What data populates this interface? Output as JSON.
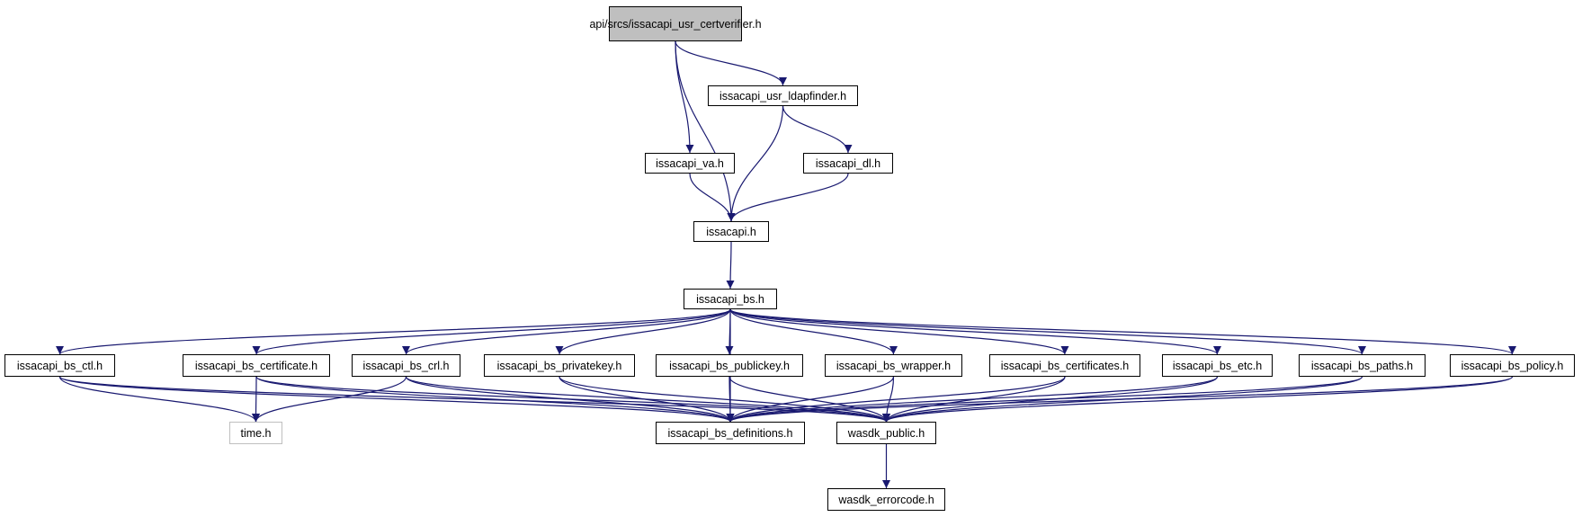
{
  "graph": {
    "colors": {
      "edge": "#191970",
      "root_fill": "#bfbfbf",
      "node_border": "#000000",
      "external_border": "#bfbfbf"
    },
    "nodes": {
      "root": {
        "label": "api/srcs/issacapi_usr_certverifier.h"
      },
      "ldapfinder": {
        "label": "issacapi_usr_ldapfinder.h"
      },
      "va": {
        "label": "issacapi_va.h"
      },
      "dl": {
        "label": "issacapi_dl.h"
      },
      "issacapi": {
        "label": "issacapi.h"
      },
      "bs": {
        "label": "issacapi_bs.h"
      },
      "bs_ctl": {
        "label": "issacapi_bs_ctl.h"
      },
      "bs_certificate": {
        "label": "issacapi_bs_certificate.h"
      },
      "bs_crl": {
        "label": "issacapi_bs_crl.h"
      },
      "bs_privatekey": {
        "label": "issacapi_bs_privatekey.h"
      },
      "bs_publickey": {
        "label": "issacapi_bs_publickey.h"
      },
      "bs_wrapper": {
        "label": "issacapi_bs_wrapper.h"
      },
      "bs_certificates": {
        "label": "issacapi_bs_certificates.h"
      },
      "bs_etc": {
        "label": "issacapi_bs_etc.h"
      },
      "bs_paths": {
        "label": "issacapi_bs_paths.h"
      },
      "bs_policy": {
        "label": "issacapi_bs_policy.h"
      },
      "time": {
        "label": "time.h"
      },
      "bs_definitions": {
        "label": "issacapi_bs_definitions.h"
      },
      "wasdk_public": {
        "label": "wasdk_public.h"
      },
      "wasdk_errorcode": {
        "label": "wasdk_errorcode.h"
      }
    },
    "edges": [
      [
        "root",
        "ldapfinder"
      ],
      [
        "root",
        "va"
      ],
      [
        "root",
        "issacapi"
      ],
      [
        "ldapfinder",
        "dl"
      ],
      [
        "ldapfinder",
        "issacapi"
      ],
      [
        "va",
        "issacapi"
      ],
      [
        "dl",
        "issacapi"
      ],
      [
        "issacapi",
        "bs"
      ],
      [
        "bs",
        "bs_ctl"
      ],
      [
        "bs",
        "bs_certificate"
      ],
      [
        "bs",
        "bs_crl"
      ],
      [
        "bs",
        "bs_privatekey"
      ],
      [
        "bs",
        "bs_publickey"
      ],
      [
        "bs",
        "bs_wrapper"
      ],
      [
        "bs",
        "bs_certificates"
      ],
      [
        "bs",
        "bs_etc"
      ],
      [
        "bs",
        "bs_paths"
      ],
      [
        "bs",
        "bs_policy"
      ],
      [
        "bs",
        "bs_definitions"
      ],
      [
        "bs_ctl",
        "time"
      ],
      [
        "bs_ctl",
        "bs_definitions"
      ],
      [
        "bs_ctl",
        "wasdk_public"
      ],
      [
        "bs_certificate",
        "time"
      ],
      [
        "bs_certificate",
        "bs_definitions"
      ],
      [
        "bs_certificate",
        "wasdk_public"
      ],
      [
        "bs_crl",
        "time"
      ],
      [
        "bs_crl",
        "bs_definitions"
      ],
      [
        "bs_crl",
        "wasdk_public"
      ],
      [
        "bs_privatekey",
        "bs_definitions"
      ],
      [
        "bs_privatekey",
        "wasdk_public"
      ],
      [
        "bs_publickey",
        "bs_definitions"
      ],
      [
        "bs_publickey",
        "wasdk_public"
      ],
      [
        "bs_wrapper",
        "bs_definitions"
      ],
      [
        "bs_wrapper",
        "wasdk_public"
      ],
      [
        "bs_certificates",
        "bs_definitions"
      ],
      [
        "bs_certificates",
        "wasdk_public"
      ],
      [
        "bs_etc",
        "bs_definitions"
      ],
      [
        "bs_etc",
        "wasdk_public"
      ],
      [
        "bs_paths",
        "bs_definitions"
      ],
      [
        "bs_paths",
        "wasdk_public"
      ],
      [
        "bs_policy",
        "bs_definitions"
      ],
      [
        "bs_policy",
        "wasdk_public"
      ],
      [
        "wasdk_public",
        "wasdk_errorcode"
      ]
    ]
  }
}
